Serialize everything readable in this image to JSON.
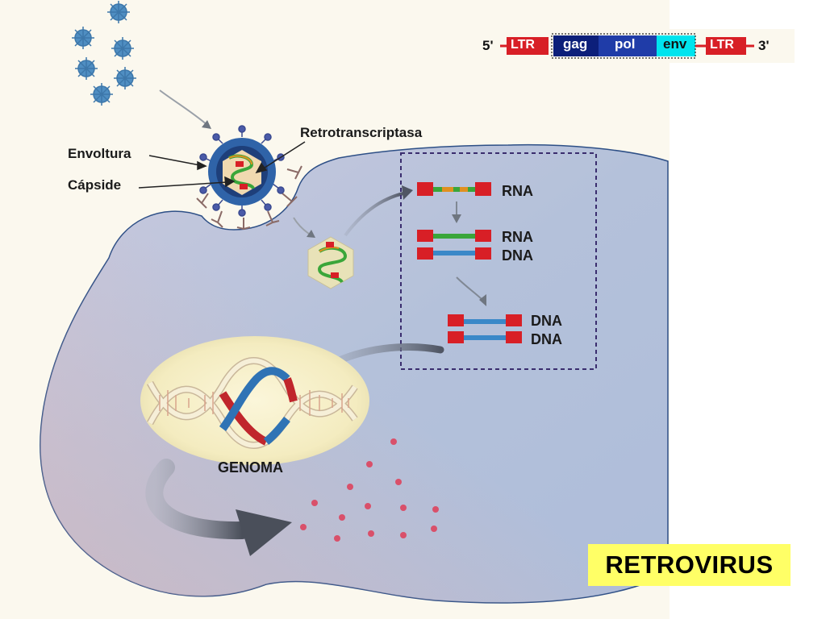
{
  "labels": {
    "retrotranscriptasa": "Retrotranscriptasa",
    "envoltura": "Envoltura",
    "capside": "Cápside",
    "rna1": "RNA",
    "rna2": "RNA",
    "dna2": "DNA",
    "dna3a": "DNA",
    "dna3b": "DNA",
    "genoma": "GENOMA"
  },
  "genome_map": {
    "five_prime": "5'",
    "ltr_left": "LTR",
    "gag": "gag",
    "pol": "pol",
    "env": "env",
    "ltr_right": "LTR",
    "three_prime": "3'"
  },
  "badge": "RETROVIRUS",
  "colors": {
    "cell": "#aebfd9",
    "cell_border": "#2d4f86",
    "viral_envelope": "#2f63a8",
    "ltr_red": "#d81f26",
    "gag_navy": "#0c1f7a",
    "pol_blue": "#1f3ca8",
    "env_cyan": "#00e4ee",
    "rna_green": "#3aa63a",
    "dna_blue": "#3a88c8",
    "badge_yellow": "#ffff66"
  }
}
